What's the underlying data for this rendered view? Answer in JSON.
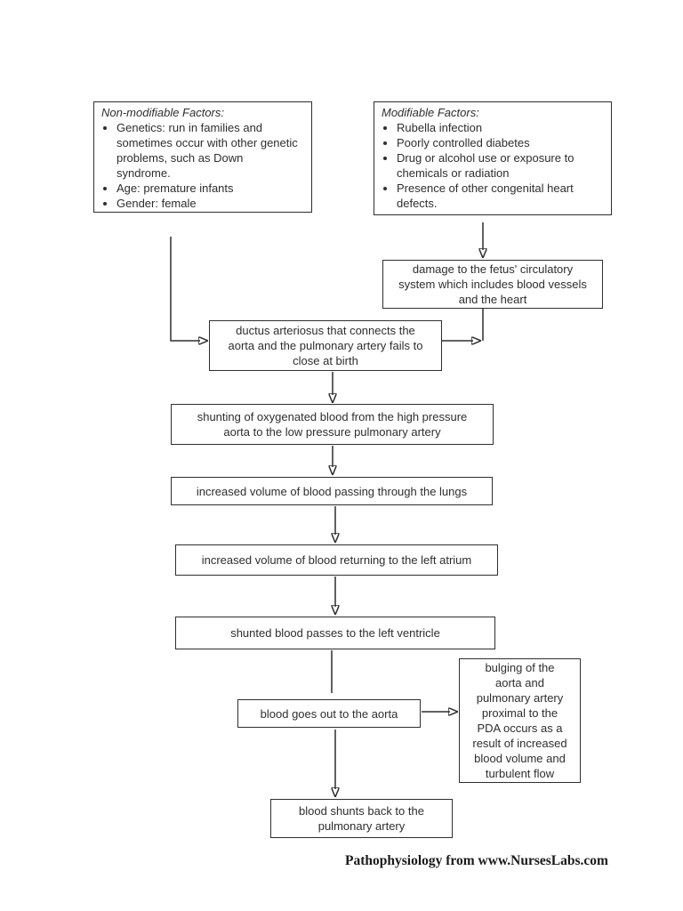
{
  "page": {
    "footer": "Pathophysiology from www.NursesLabs.com"
  },
  "colors": {
    "ink": "#2e2e2e",
    "background": "#ffffff"
  },
  "factors": {
    "non_modifiable": {
      "title": "Non-modifiable Factors:",
      "items": [
        "Genetics: run in families and\nsometimes occur with other genetic\nproblems, such as Down\nsyndrome.",
        "Age: premature infants",
        "Gender: female"
      ]
    },
    "modifiable": {
      "title": "Modifiable Factors:",
      "items": [
        "Rubella infection",
        "Poorly controlled diabetes",
        "Drug or alcohol use or exposure to\nchemicals or radiation",
        "Presence of other congenital heart\ndefects."
      ]
    }
  },
  "flow": {
    "damage": "damage to the fetus' circulatory\nsystem which includes blood vessels\nand the heart",
    "ductus": "ductus arteriosus that connects the\naorta and the pulmonary artery fails to\nclose at birth",
    "shunting": "shunting of oxygenated blood from the high pressure\naorta to the low pressure pulmonary artery",
    "lungs": "increased volume of blood passing through the lungs",
    "atrium": "increased volume of blood returning to the left atrium",
    "ventricle": "shunted blood passes to the left ventricle",
    "aorta": "blood goes out to the aorta",
    "bulging": "bulging of the\naorta and\npulmonary artery\nproximal to the\nPDA occurs as a\nresult of increased\nblood volume and\nturbulent flow",
    "shunt_back": "blood shunts back to the\npulmonary artery"
  }
}
